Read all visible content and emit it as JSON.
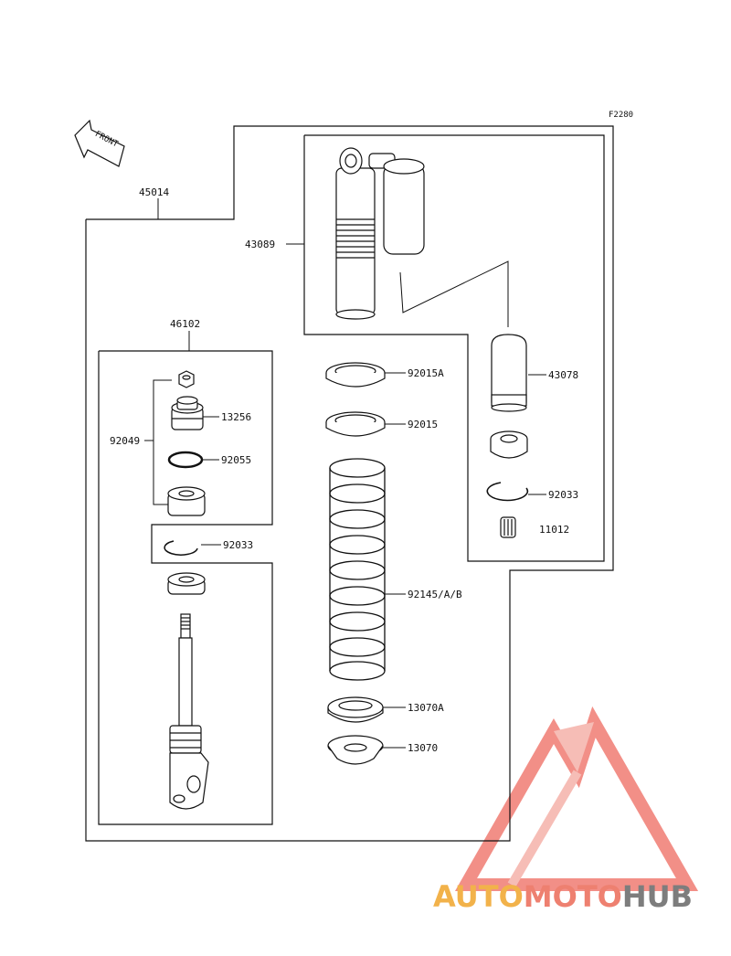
{
  "figure_code": "F2280",
  "front_label": "FRONT",
  "parts": {
    "assembly_main": "45014",
    "cylinder_block": "43089",
    "piston_block": "46102",
    "oring_set": "92049",
    "bladder": "43078",
    "nut_92015a": "92015A",
    "nut_92015": "92015",
    "bushing_13256": "13256",
    "oring_92055": "92055",
    "circlip_92033_right": "92033",
    "bolt_11012": "11012",
    "circlip_92033_left": "92033",
    "spring": "92145/A/B",
    "retainer_13070a": "13070A",
    "retainer_13070": "13070"
  },
  "watermark": {
    "auto": "AUTO",
    "moto": "MOTO",
    "hub": "HUB",
    "colors": {
      "auto": "#f2b24a",
      "moto": "#ee8070",
      "hub": "#7d7d7d",
      "logo": "#ee6a60"
    }
  }
}
